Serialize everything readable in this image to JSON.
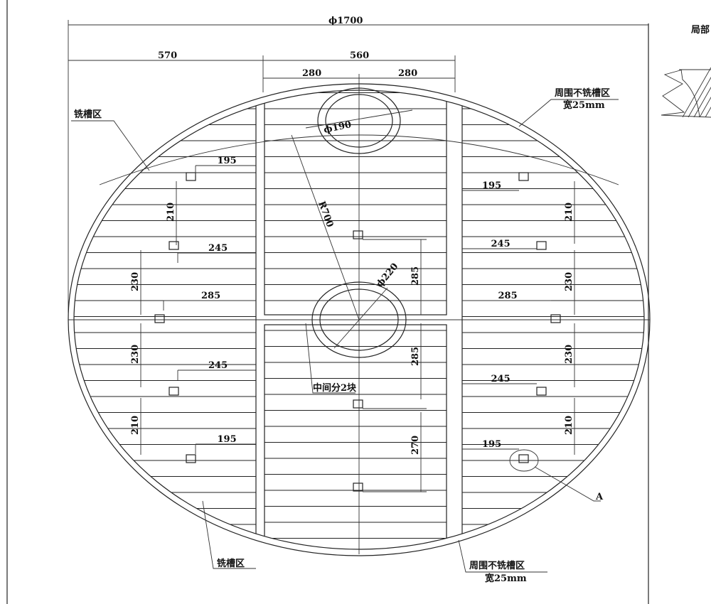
{
  "drawing": {
    "overall_diameter": "ϕ1700",
    "left_width": "570",
    "middle_width": "560",
    "middle_half_left": "280",
    "middle_half_right": "280",
    "top_hole": "ϕ190",
    "center_hole": "ϕ220",
    "radius": "R700",
    "milled_zone_top": "铣槽区",
    "milled_zone_bottom": "铣槽区",
    "border_zone_top": "周围不铣槽区",
    "border_width_top": "宽25mm",
    "border_zone_bottom": "周围不铣槽区",
    "border_width_bottom": "宽25mm",
    "middle_split": "中间分2块",
    "detail_marker": "A",
    "detail_title": "局部",
    "left_dims": {
      "h1": "195",
      "v1": "210",
      "h2": "245",
      "v2": "230",
      "h3": "285",
      "v3": "230",
      "h4": "245",
      "v4": "210",
      "h5": "195"
    },
    "right_dims": {
      "h1": "195",
      "v1": "210",
      "h2": "245",
      "v2": "230",
      "h3": "285",
      "v3": "230",
      "h4": "245",
      "v4": "210",
      "h5": "195"
    },
    "middle_dims": {
      "v1": "285",
      "v2": "285",
      "v3": "270"
    }
  }
}
